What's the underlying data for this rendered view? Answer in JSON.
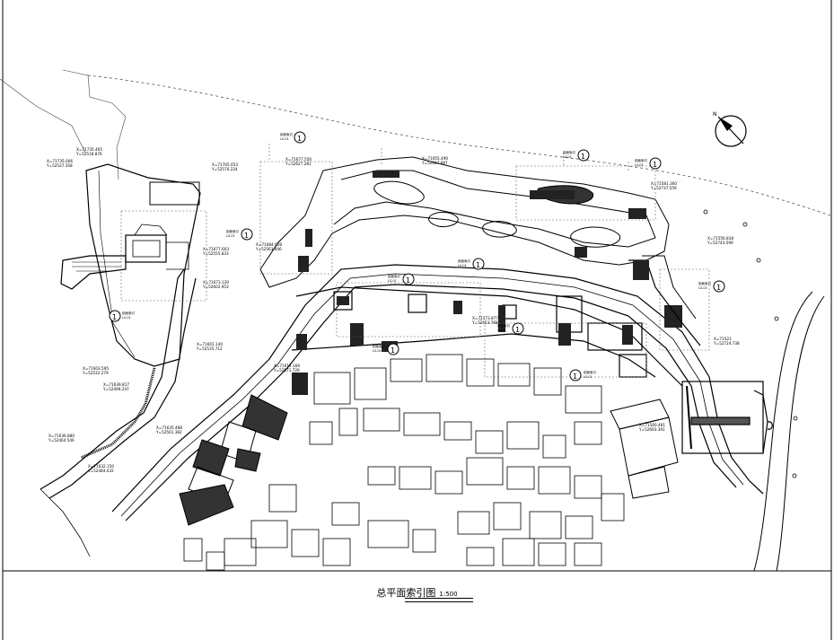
{
  "drawing": {
    "title": "总平面索引图",
    "scale": "1:500",
    "index_marker": "1",
    "sheet_label": "剖面索引",
    "sheet_ref": "LS-01",
    "north_label": "N"
  },
  "coordinates": [
    "X=71735.465",
    "Y=52518.876",
    "X=71735.006",
    "Y=52537.358",
    "X=71705.053",
    "Y=52576.224",
    "X=71677.603",
    "Y=52555.833",
    "X=71673.120",
    "Y=52602.953",
    "X=71684.028",
    "Y=52563.446",
    "X=71677.550",
    "Y=52627.281",
    "X=71655.490",
    "Y=52647.887",
    "X=71581.360",
    "Y=52737.559",
    "X=71556.818",
    "Y=52743.599",
    "X=71573.877",
    "Y=52653.768",
    "X=71614.169",
    "Y=52571.729",
    "X=71601.140",
    "Y=52535.712",
    "X=71603.595",
    "Y=52532.279",
    "X=71639.817",
    "Y=52499.247",
    "X=71635.488",
    "Y=52501.382",
    "X=71636.880",
    "Y=52464.546",
    "X=71632.150",
    "Y=52484.032",
    "X=71521",
    "Y=52724.738",
    "X=71500.481",
    "Y=52693.391"
  ]
}
